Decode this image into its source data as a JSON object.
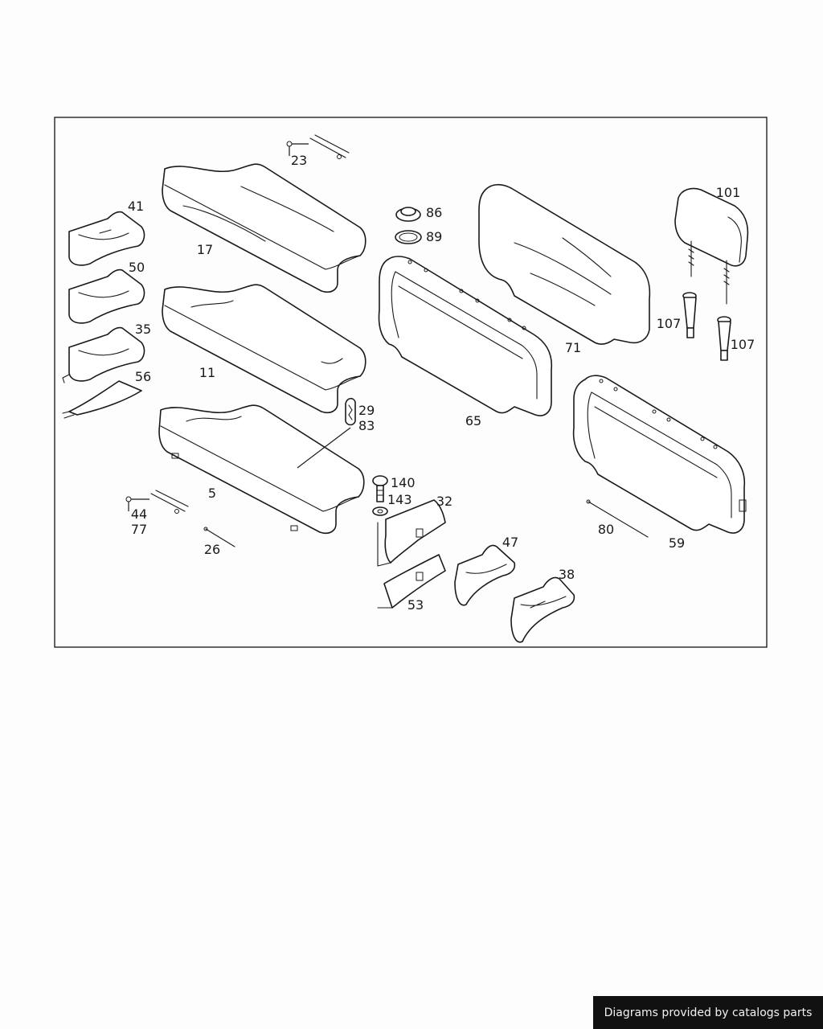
{
  "labels": {
    "l5": "5",
    "l11": "11",
    "l17": "17",
    "l23": "23",
    "l26": "26",
    "l29": "29",
    "l32": "32",
    "l35": "35",
    "l38": "38",
    "l41": "41",
    "l44": "44",
    "l47": "47",
    "l50": "50",
    "l53": "53",
    "l56": "56",
    "l59": "59",
    "l65": "65",
    "l71": "71",
    "l77": "77",
    "l80": "80",
    "l83": "83",
    "l86": "86",
    "l89": "89",
    "l101": "101",
    "l107a": "107",
    "l107b": "107",
    "l140": "140",
    "l143": "143"
  },
  "footer": {
    "text": "Diagrams provided by catalogs parts"
  },
  "colors": {
    "line": "#1a1a1a",
    "background": "#fdfdfd",
    "footer_bg": "#111111",
    "footer_text": "#f2f2f2"
  }
}
